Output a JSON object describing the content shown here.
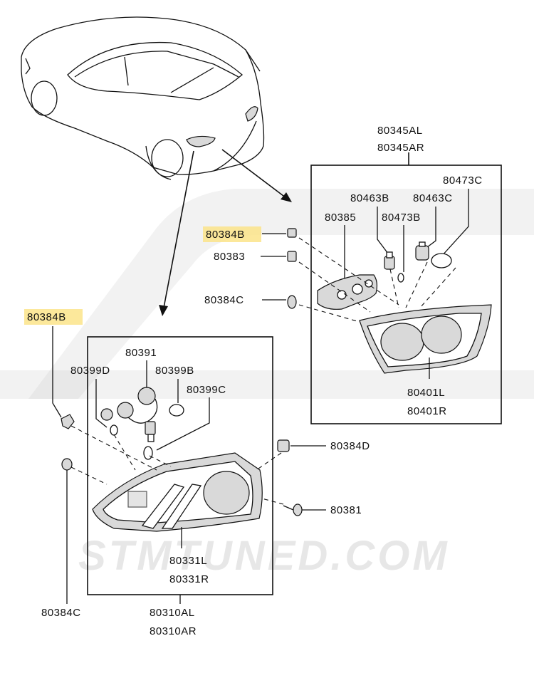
{
  "watermark": {
    "text": "STMTUNED.COM"
  },
  "labels": {
    "p80345A": [
      "80345AL",
      "80345AR"
    ],
    "p80473C": "80473C",
    "p80463B": "80463B",
    "p80463C": "80463C",
    "p80385": "80385",
    "p80473B": "80473B",
    "p80384B_right": "80384B",
    "p80383": "80383",
    "p80384C_right": "80384C",
    "p80401": [
      "80401L",
      "80401R"
    ],
    "p80384B_left": "80384B",
    "p80391": "80391",
    "p80399D": "80399D",
    "p80399B": "80399B",
    "p80399C": "80399C",
    "p80384D": "80384D",
    "p80381": "80381",
    "p80331": [
      "80331L",
      "80331R"
    ],
    "p80384C_left": "80384C",
    "p80310A": [
      "80310AL",
      "80310AR"
    ]
  },
  "highlight_color": "#fbe48a"
}
